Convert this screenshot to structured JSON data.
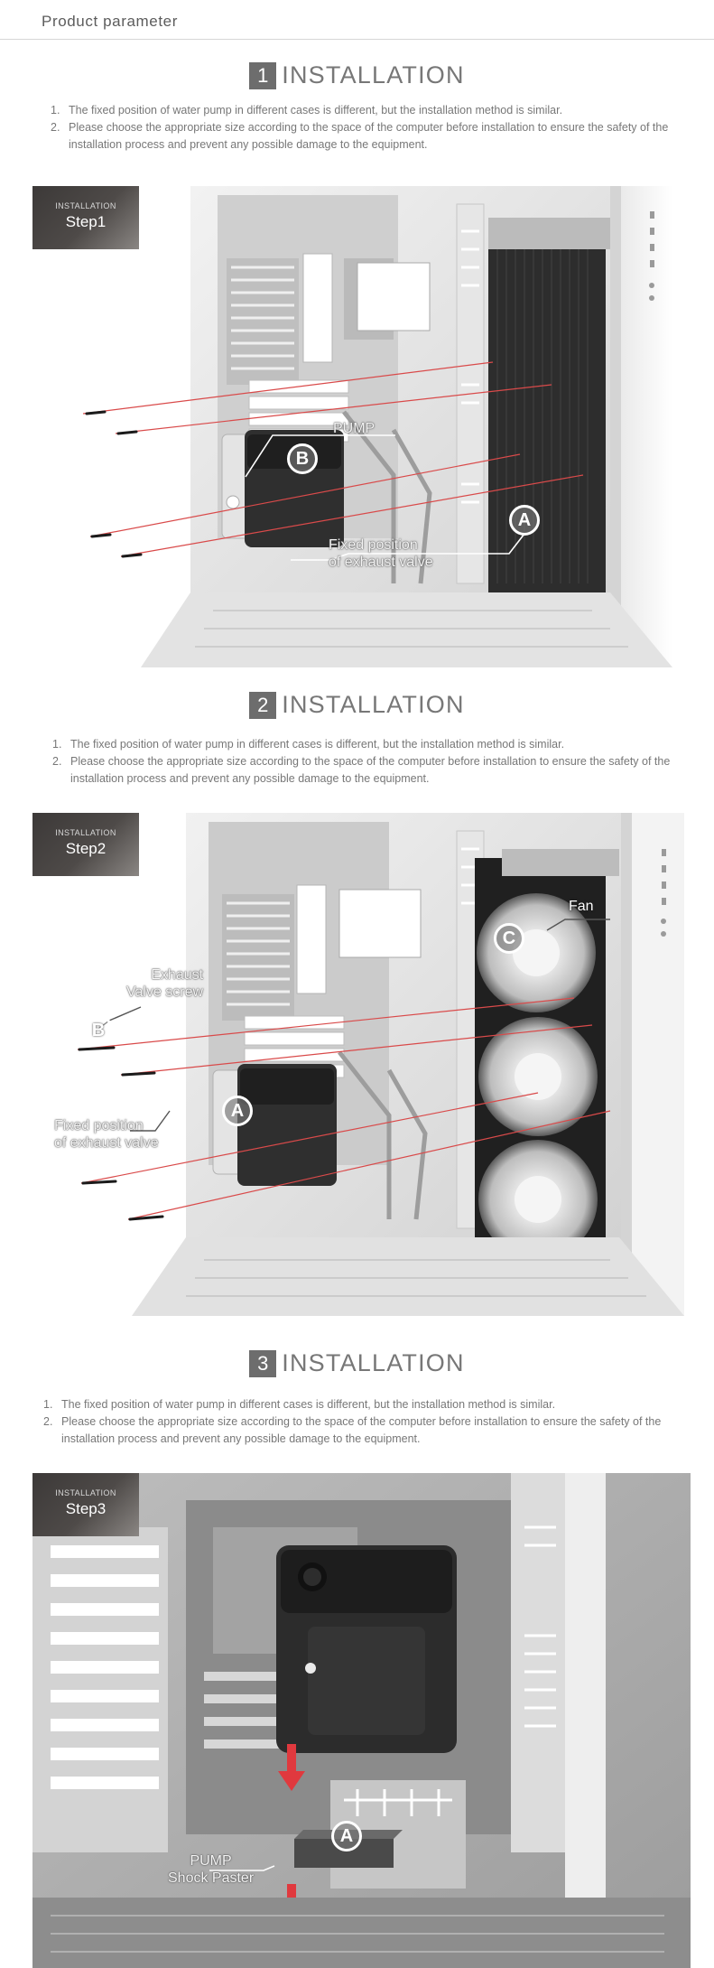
{
  "header": {
    "title": "Product parameter"
  },
  "sections": [
    {
      "number": "1",
      "heading": "INSTALLATION",
      "notes": [
        {
          "index": "1.",
          "text": "The fixed position of water pump in different cases is different, but the installation method is similar."
        },
        {
          "index": "2.",
          "text": "Please choose the appropriate size according to the space of the computer before installation to ensure the safety of the installation process and prevent any possible damage to the equipment."
        }
      ],
      "badge": {
        "small": "INSTALLATION",
        "big": "Step1"
      },
      "callouts": {
        "pump": "PUMP",
        "fixed_line1": "Fixed position",
        "fixed_line2": "of exhaust valve",
        "letter_b": "B",
        "letter_a": "A"
      }
    },
    {
      "number": "2",
      "heading": "INSTALLATION",
      "notes": [
        {
          "index": "1.",
          "text": "The fixed position of water pump in different cases is different, but the installation method is similar."
        },
        {
          "index": "2.",
          "text": "Please choose the appropriate size according to the space of the computer before installation to ensure the safety of the installation process and prevent any possible damage to the equipment."
        }
      ],
      "badge": {
        "small": "INSTALLATION",
        "big": "Step2"
      },
      "callouts": {
        "fan": "Fan",
        "exhaust_line1": "Exhaust",
        "exhaust_line2": "Valve screw",
        "fixed_line1": "Fixed position",
        "fixed_line2": "of exhaust valve",
        "letter_c": "C",
        "letter_b": "B",
        "letter_a": "A"
      }
    },
    {
      "number": "3",
      "heading": "INSTALLATION",
      "notes": [
        {
          "index": "1.",
          "text": "The fixed position of water pump in different cases is different, but the installation method is similar."
        },
        {
          "index": "2.",
          "text": "Please choose the appropriate size according to the space of the computer before installation to ensure the safety of the installation process and prevent any possible damage to the equipment."
        }
      ],
      "badge": {
        "small": "INSTALLATION",
        "big": "Step3"
      },
      "callouts": {
        "pump_line1": "PUMP",
        "pump_line2": "Shock Paster",
        "letter_a": "A"
      }
    }
  ],
  "colors": {
    "screw_line": "#d94a4a",
    "arrow_red": "#e0393e",
    "badge_dark": "#3c3938"
  }
}
